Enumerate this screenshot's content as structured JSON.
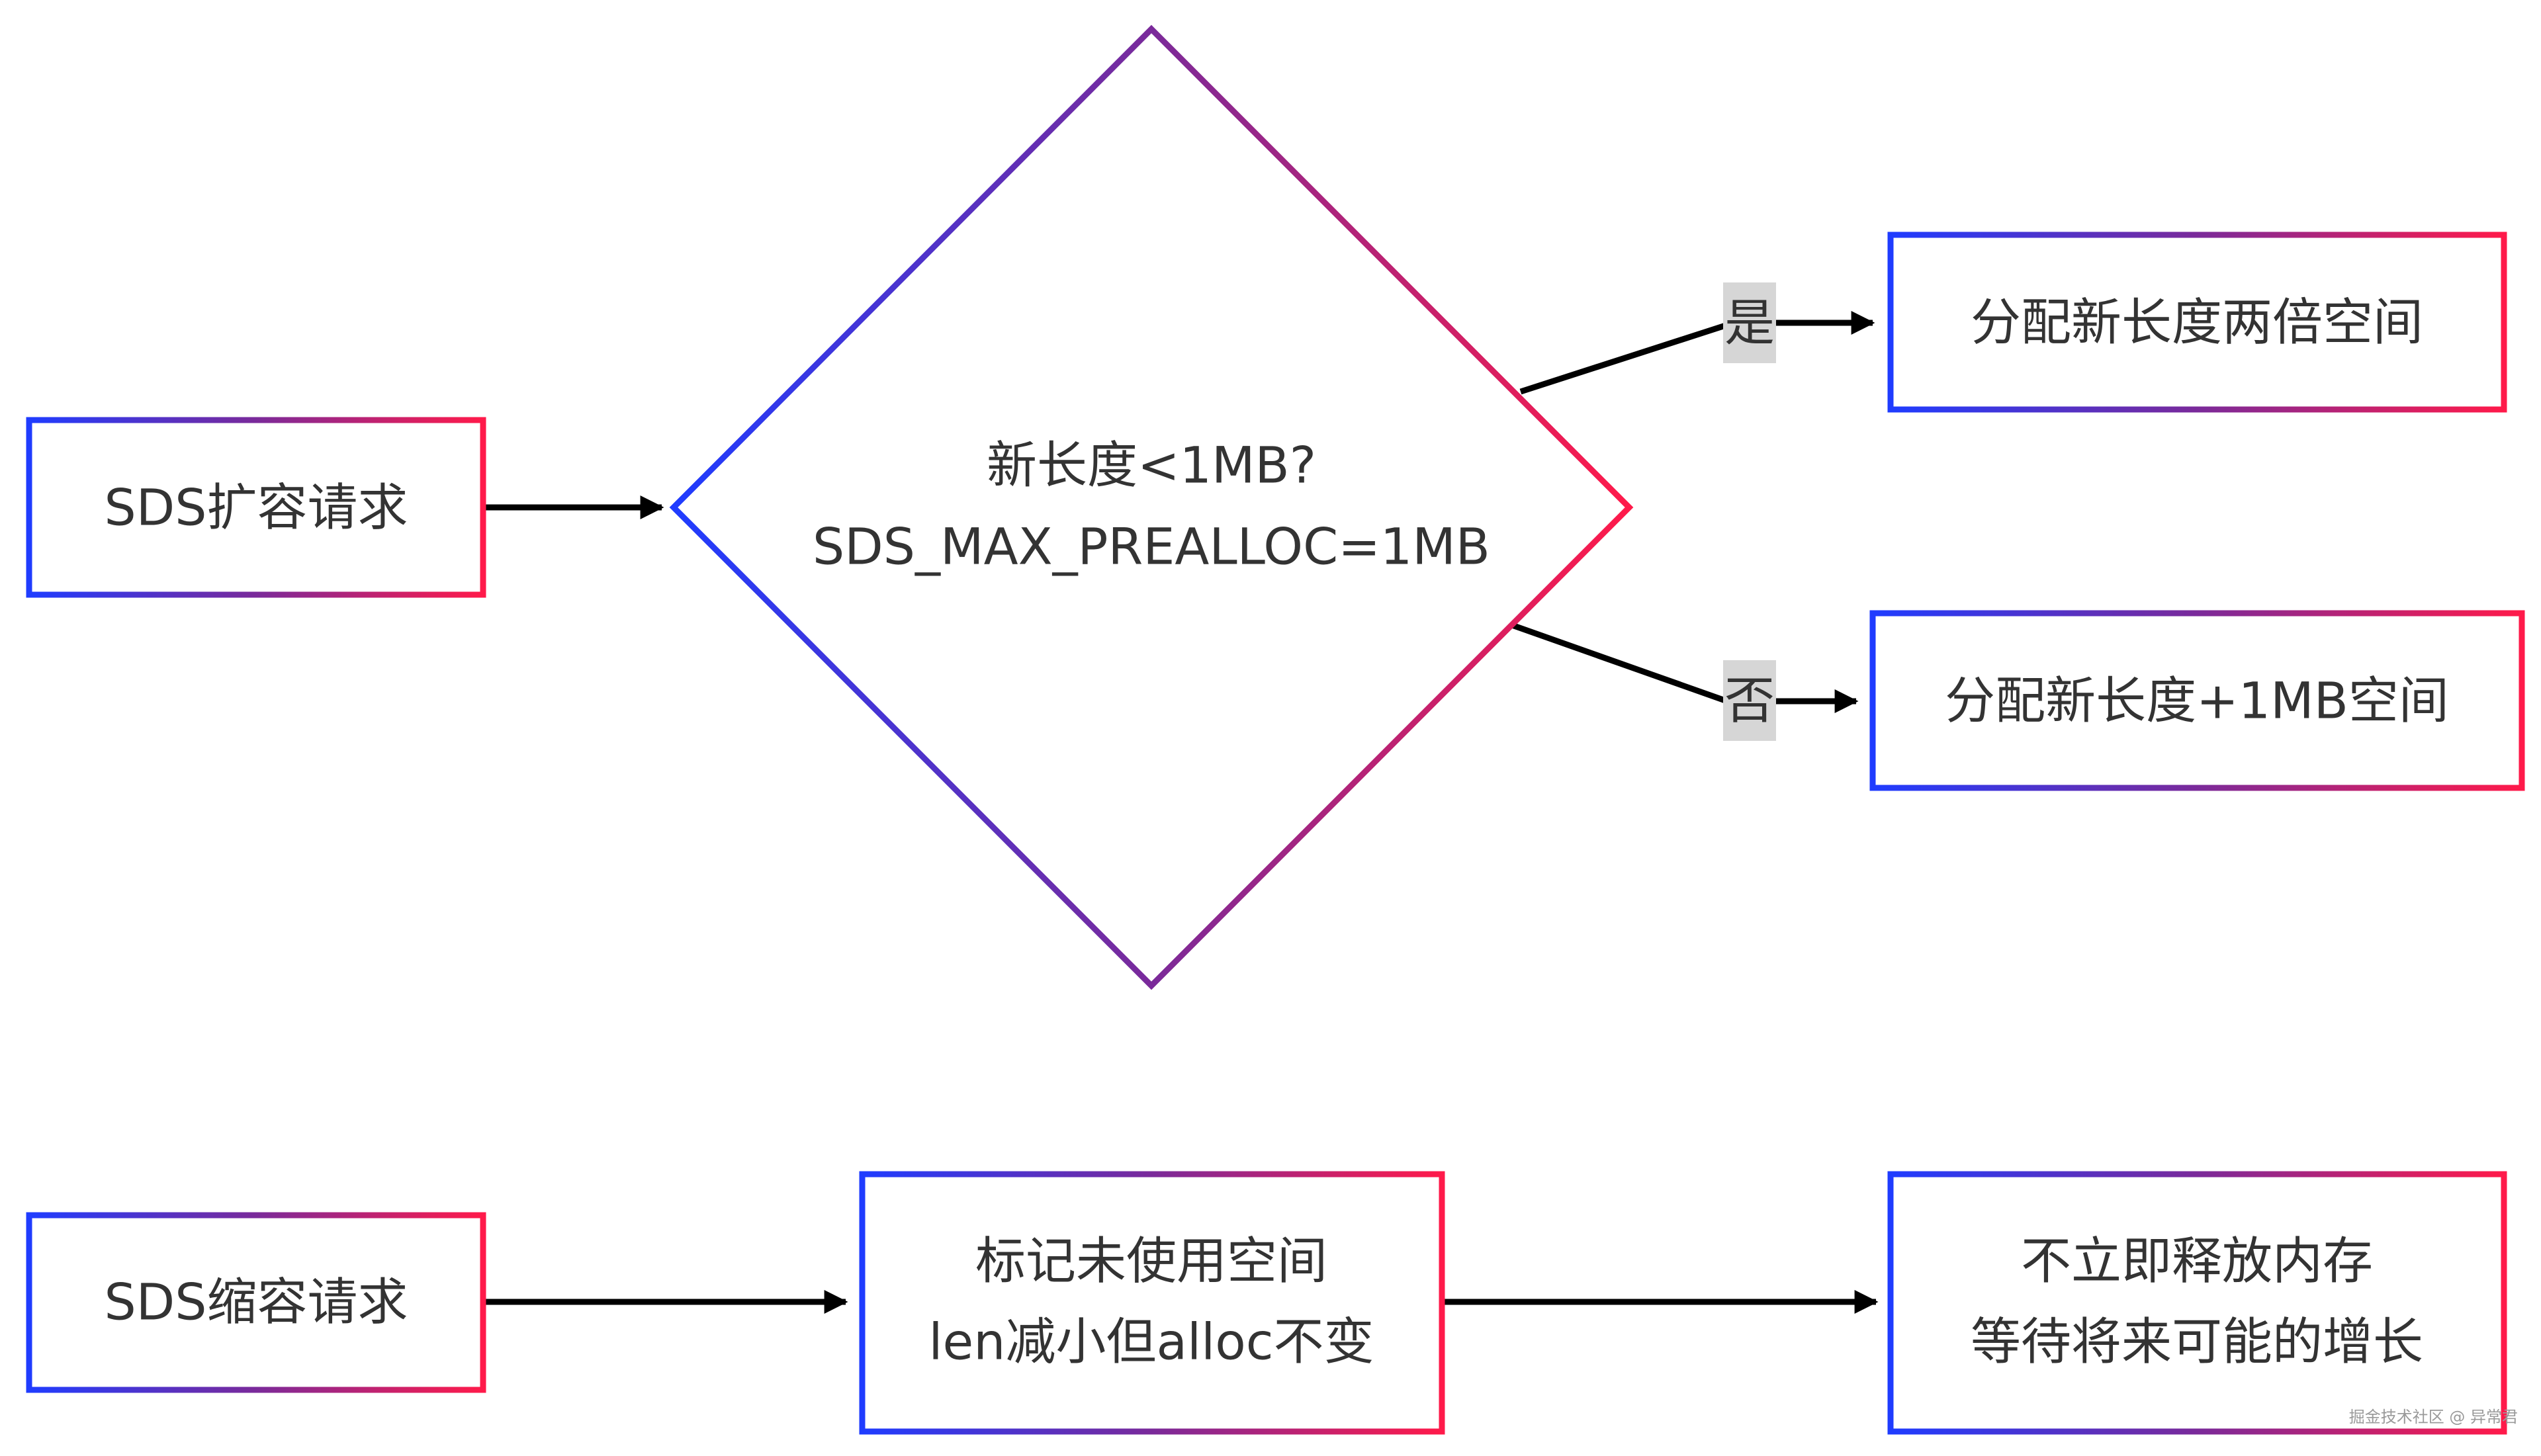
{
  "colors": {
    "gradient_start": "#1f3cff",
    "gradient_mid": "#7a2a9a",
    "gradient_end": "#ff1a4a",
    "edge": "#000000",
    "text": "#333333",
    "edge_label_bg": "#d6d6d6"
  },
  "nodes": {
    "expand_request": {
      "label": "SDS扩容请求"
    },
    "decision": {
      "line1": "新长度<1MB?",
      "line2": "SDS_MAX_PREALLOC=1MB"
    },
    "double_space": {
      "label": "分配新长度两倍空间"
    },
    "plus_1mb": {
      "label": "分配新长度+1MB空间"
    },
    "shrink_request": {
      "label": "SDS缩容请求"
    },
    "mark_unused": {
      "line1": "标记未使用空间",
      "line2": "len减小但alloc不变"
    },
    "no_release": {
      "line1": "不立即释放内存",
      "line2": "等待将来可能的增长"
    }
  },
  "edges": {
    "yes_label": "是",
    "no_label": "否"
  },
  "watermark": "掘金技术社区 @ 异常君"
}
